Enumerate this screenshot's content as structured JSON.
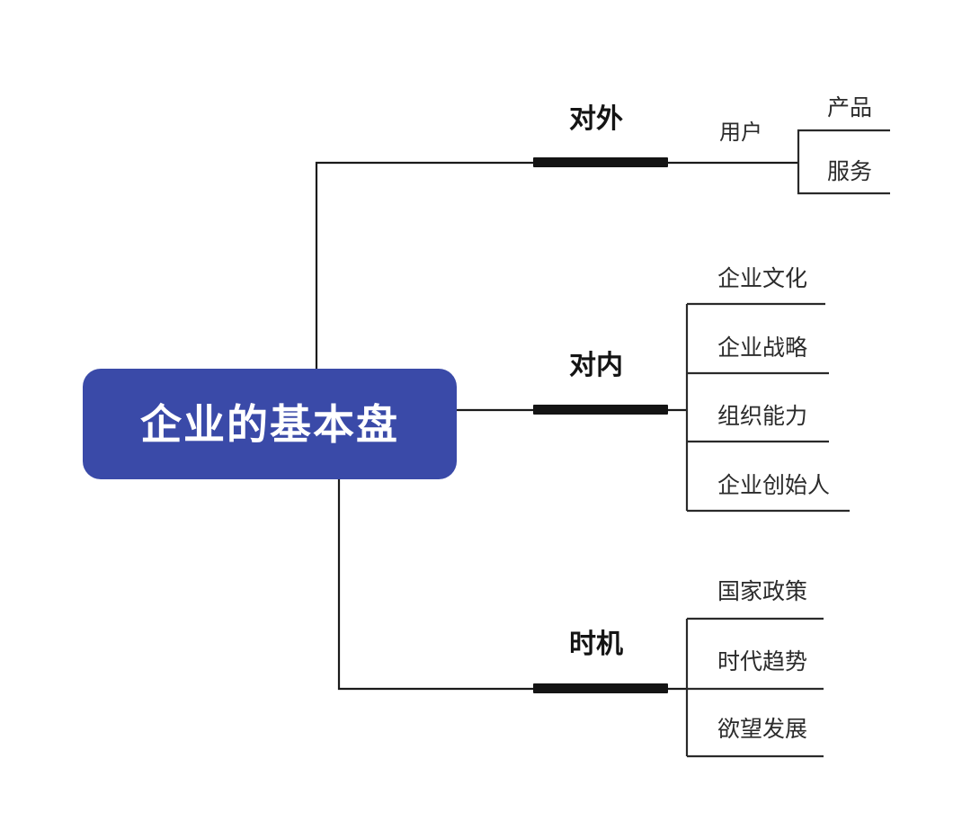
{
  "diagram": {
    "title": "企业的基本盘",
    "type": "mindmap",
    "colors": {
      "root_fill": "#3a4aa8",
      "root_text": "#ffffff",
      "line": "#1a1a1a",
      "bar": "#141414",
      "background": "#ffffff"
    },
    "root": {
      "label": "企业的基本盘"
    },
    "branches": [
      {
        "id": "external",
        "label": "对外",
        "sub": {
          "label": "用户"
        },
        "leaves": [
          {
            "label": "产品"
          },
          {
            "label": "服务"
          }
        ]
      },
      {
        "id": "internal",
        "label": "对内",
        "sub": null,
        "leaves": [
          {
            "label": "企业文化"
          },
          {
            "label": "企业战略"
          },
          {
            "label": "组织能力"
          },
          {
            "label": "企业创始人"
          }
        ]
      },
      {
        "id": "timing",
        "label": "时机",
        "sub": null,
        "leaves": [
          {
            "label": "国家政策"
          },
          {
            "label": "时代趋势"
          },
          {
            "label": "欲望发展"
          }
        ]
      }
    ]
  }
}
